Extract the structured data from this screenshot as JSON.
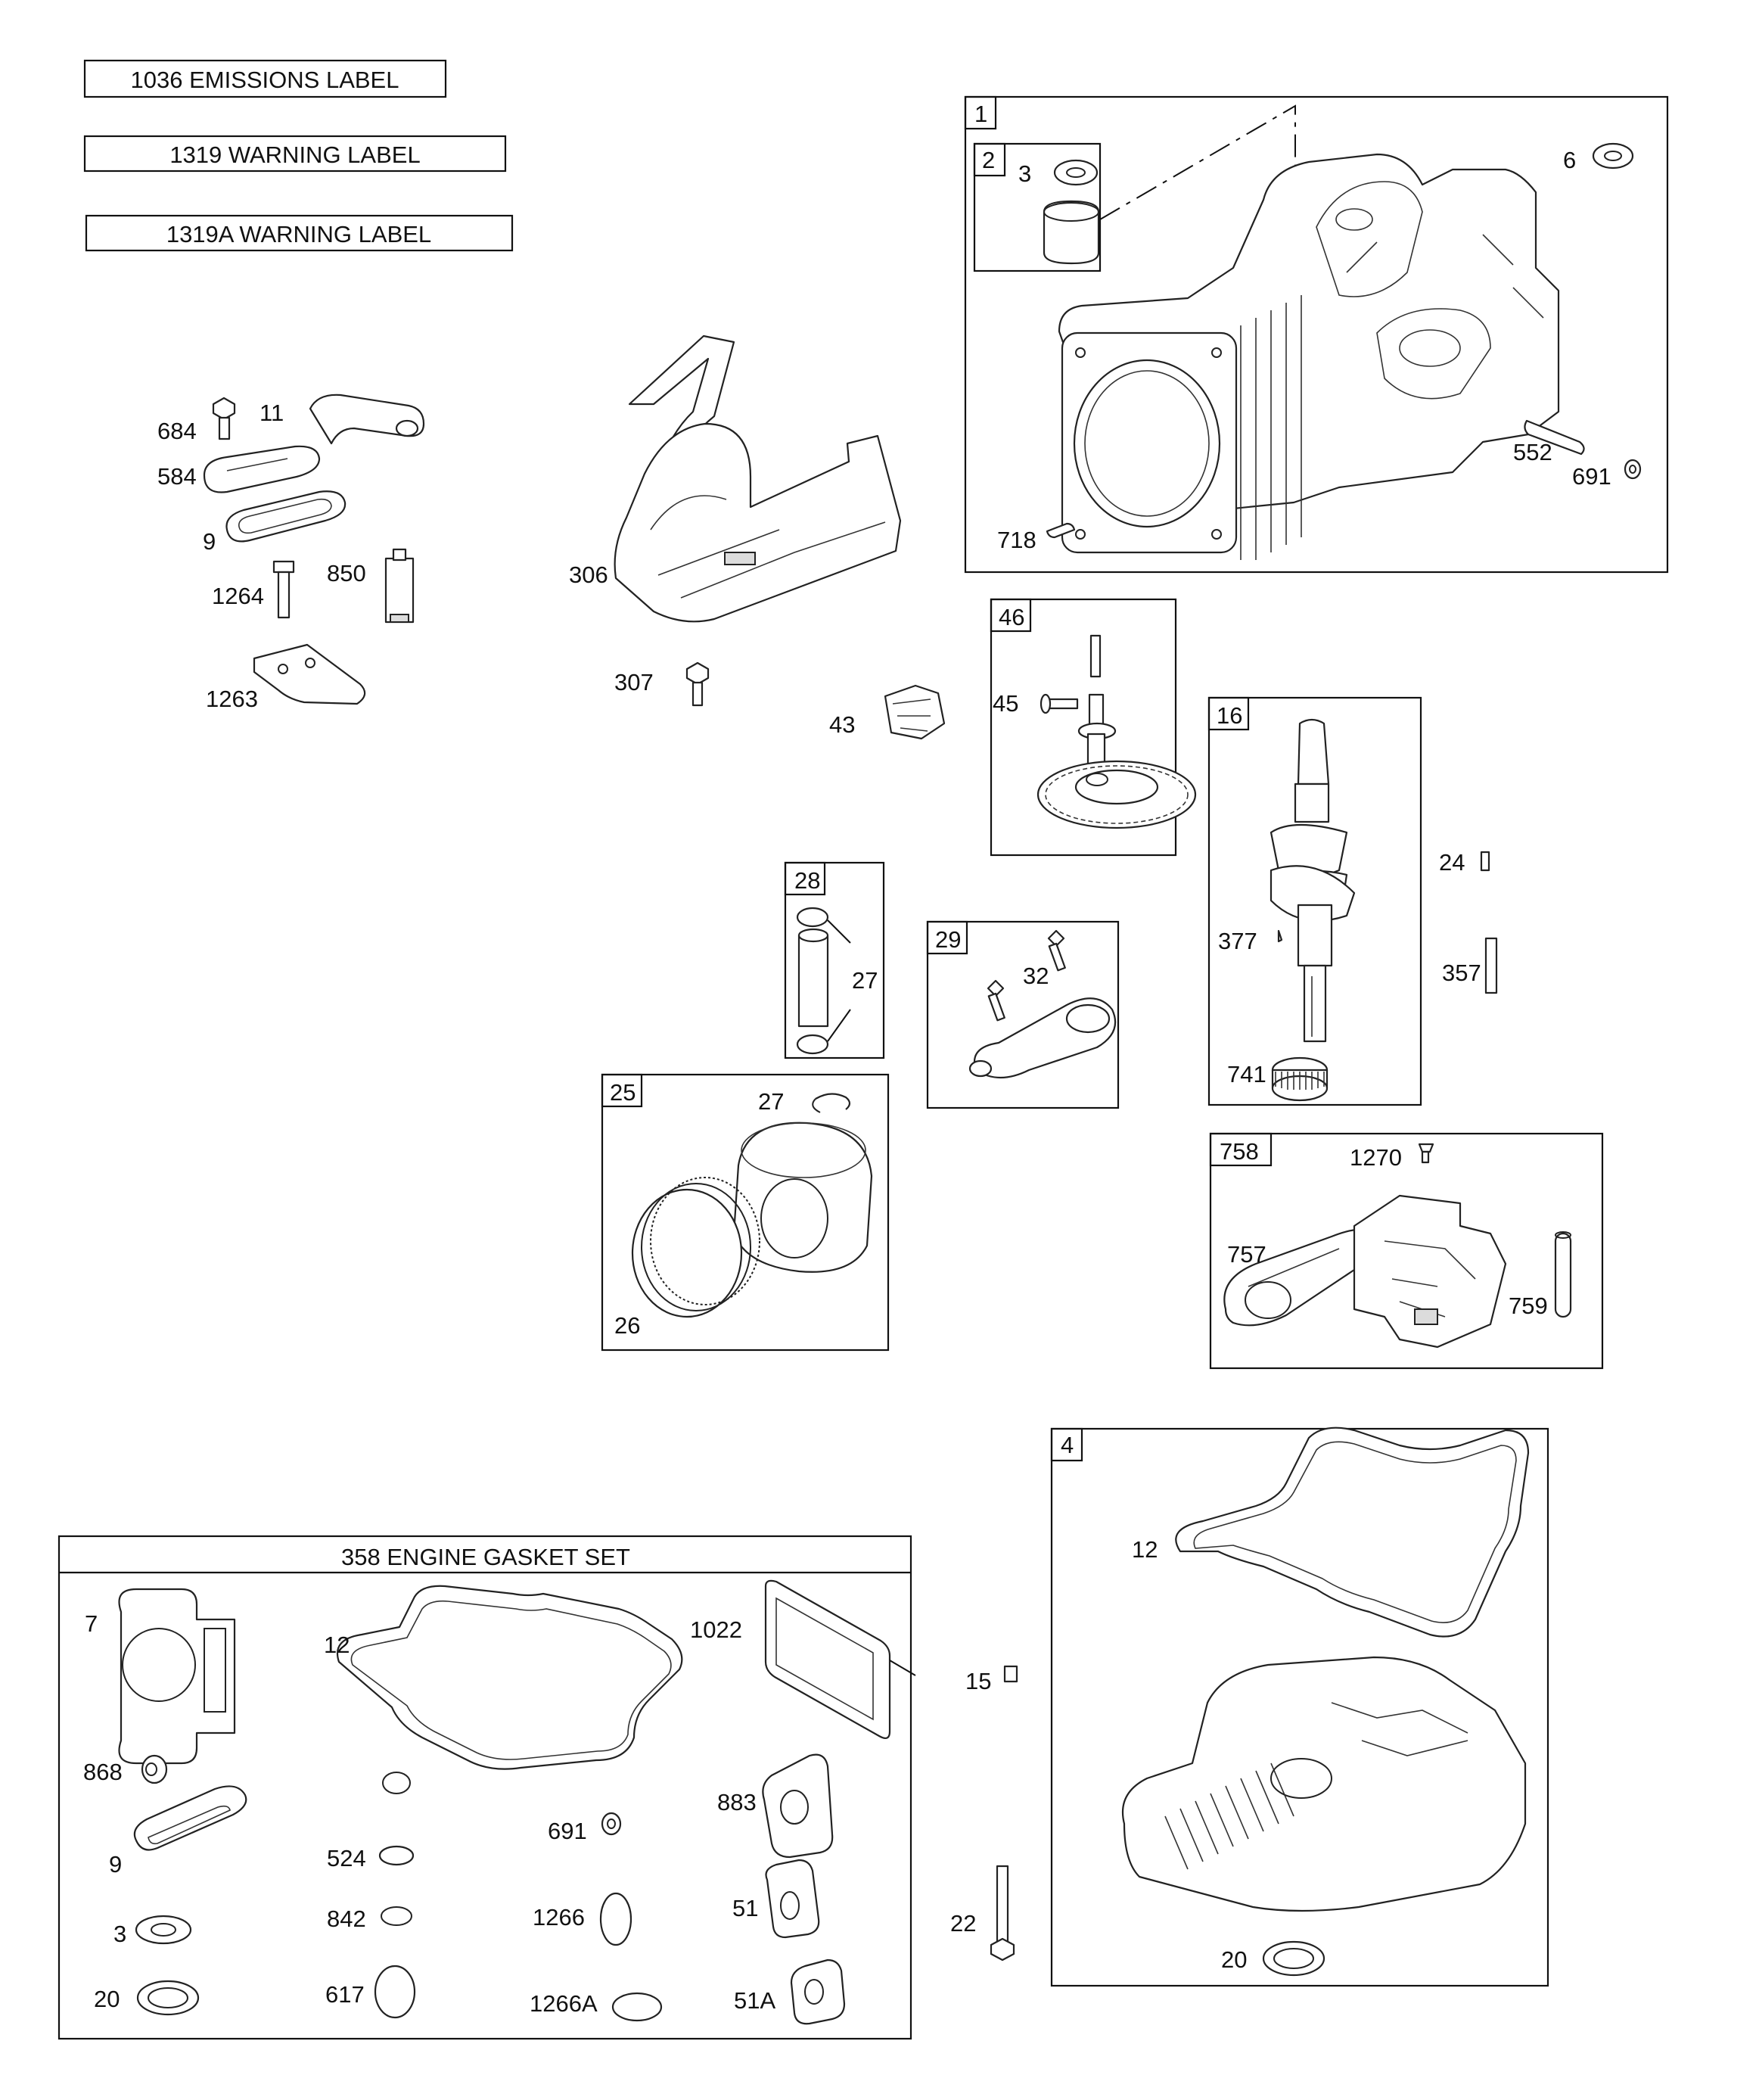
{
  "labels": {
    "emissions": "1036 EMISSIONS LABEL",
    "warning": "1319 WARNING LABEL",
    "warning_a": "1319A WARNING LABEL"
  },
  "boxes": {
    "b1": "1",
    "b2": "2",
    "b46": "46",
    "b16": "16",
    "b28": "28",
    "b29": "29",
    "b25": "25",
    "b758": "758",
    "b4": "4",
    "gasket_set": "358 ENGINE GASKET SET"
  },
  "callouts": {
    "c684": "684",
    "c11": "11",
    "c584": "584",
    "c9a": "9",
    "c1264": "1264",
    "c850": "850",
    "c1263": "1263",
    "c306": "306",
    "c307": "307",
    "c43": "43",
    "c3a": "3",
    "c6": "6",
    "c552": "552",
    "c691a": "691",
    "c718": "718",
    "c45": "45",
    "c24": "24",
    "c377": "377",
    "c357": "357",
    "c741": "741",
    "c27a": "27",
    "c32": "32",
    "c27b": "27",
    "c26": "26",
    "c1270": "1270",
    "c757": "757",
    "c759": "759",
    "c12a": "12",
    "c15": "15",
    "c22": "22",
    "c20a": "20",
    "c7": "7",
    "c12b": "12",
    "c1022": "1022",
    "c868": "868",
    "c9b": "9",
    "c524": "524",
    "c691b": "691",
    "c883": "883",
    "c3b": "3",
    "c842": "842",
    "c1266": "1266",
    "c51": "51",
    "c20b": "20",
    "c617": "617",
    "c1266a": "1266A",
    "c51a": "51A"
  }
}
